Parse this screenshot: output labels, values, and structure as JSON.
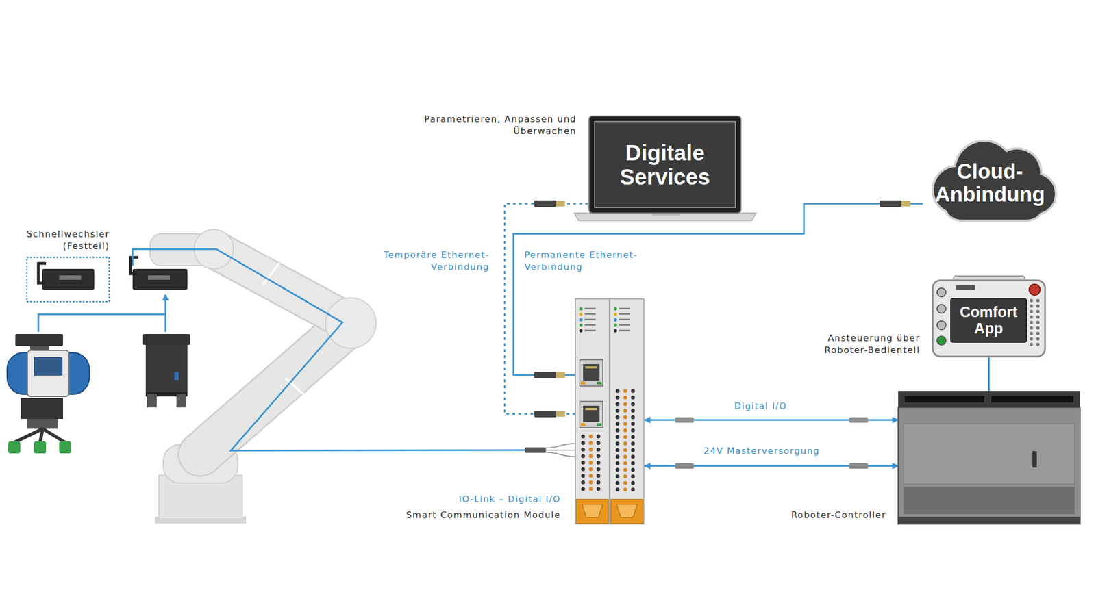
{
  "diagram": {
    "nodes": [
      {
        "text": [
          "Schnellwechsler (Festteil)"
        ]
      },
      {
        "text": [
          "Digitale Services"
        ]
      },
      {
        "text": [
          "Cloud-Anbindung"
        ]
      },
      {
        "text": [
          "Comfort App"
        ]
      },
      {
        "text": [
          "IO-Link – Digital I/O",
          "Smart Communication Module"
        ]
      },
      {
        "text": [
          "Roboter-Controller"
        ]
      }
    ],
    "edges": [
      {
        "from": 4,
        "to": 1,
        "arrow": "none",
        "label": "Temporäre Ethernet-Verbindung"
      },
      {
        "from": 4,
        "to": 2,
        "arrow": "none",
        "label": "Permanente Ethernet-Verbindung"
      },
      {
        "from": 4,
        "to": 5,
        "arrow": "both",
        "label": "Digital I/O"
      },
      {
        "from": 4,
        "to": 5,
        "arrow": "both",
        "label": "24V Masterversorgung"
      },
      {
        "from": 3,
        "to": 5,
        "arrow": "none"
      }
    ],
    "labels": [
      "Parametrieren, Anpassen und Überwachen",
      "Ansteuerung über Roboter-Bedienteil"
    ]
  }
}
